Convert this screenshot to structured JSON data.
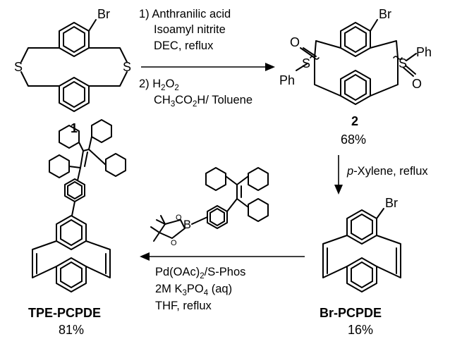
{
  "compounds": {
    "start": {
      "label": "1",
      "br": "Br",
      "s_left": "S",
      "s_right": "S"
    },
    "sulfoxide": {
      "label": "2",
      "yield": "68%",
      "br": "Br",
      "o": "O",
      "s": "S",
      "ph": "Ph"
    },
    "br_pcpde": {
      "label": "Br-PCPDE",
      "yield": "16%",
      "br": "Br"
    },
    "tpe_pcpde": {
      "label": "TPE-PCPDE",
      "yield": "81%"
    },
    "boronate": {
      "b": "B",
      "o": "O"
    }
  },
  "steps": {
    "step1": {
      "line1": "1) Anthranilic acid",
      "line2": "Isoamyl nitrite",
      "line3": "DEC, reflux",
      "line4": {
        "pre": "2) H",
        "sub": "2",
        "mid": "O",
        "sub2": "2"
      },
      "line5": {
        "pre": "CH",
        "sub": "3",
        "rest": "CO",
        "sub2": "2",
        "tail": "H/ Toluene"
      }
    },
    "step2": {
      "italic": "p",
      "rest": "-Xylene, reflux"
    },
    "step3": {
      "line1": {
        "pre": "Pd(OAc)",
        "sub": "2",
        "rest": "/S-Phos"
      },
      "line2": {
        "pre": "2M K",
        "sub": "3",
        "mid": "PO",
        "sub2": "4",
        "tail": " (aq)"
      },
      "line3": "THF, reflux"
    }
  }
}
